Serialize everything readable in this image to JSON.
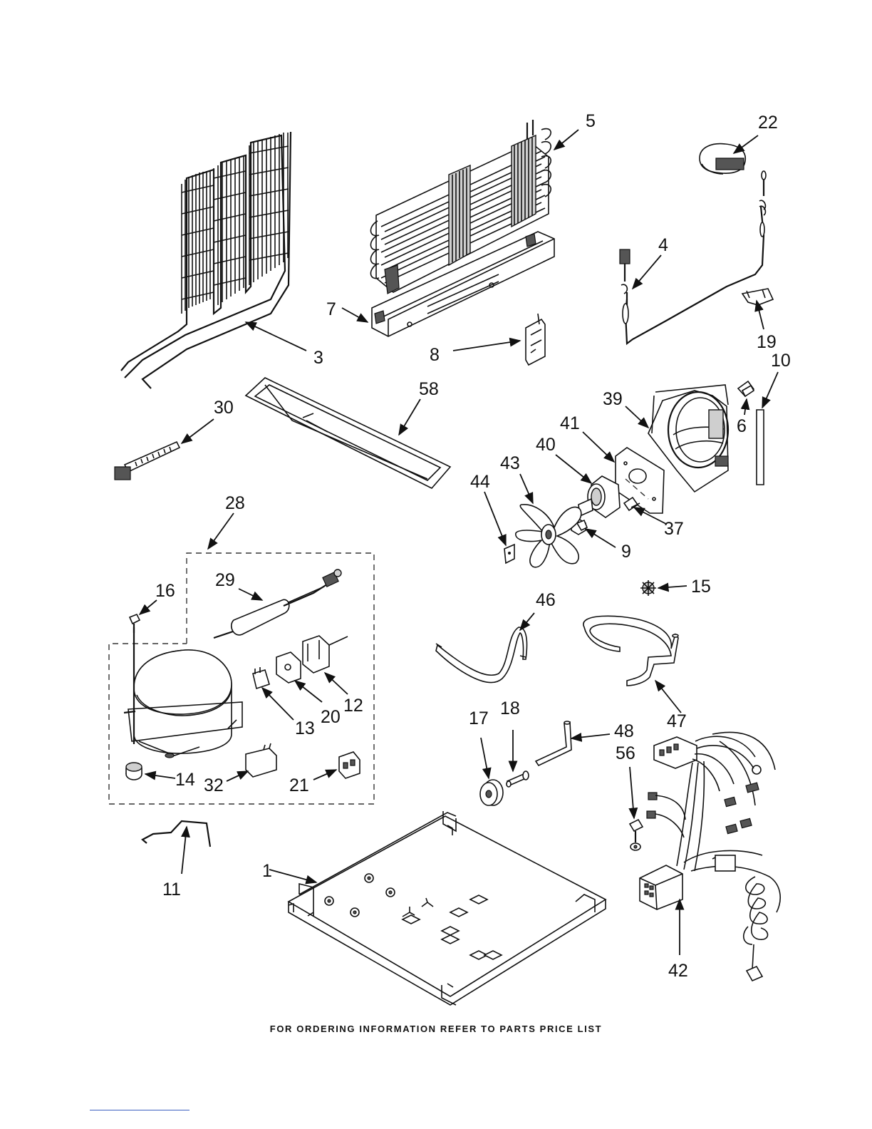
{
  "footer_note": "FOR ORDERING INFORMATION REFER TO PARTS PRICE LIST",
  "labels": {
    "p1": "1",
    "p3": "3",
    "p4": "4",
    "p5": "5",
    "p6": "6",
    "p7": "7",
    "p8": "8",
    "p9": "9",
    "p10": "10",
    "p11": "11",
    "p12": "12",
    "p13": "13",
    "p14": "14",
    "p15": "15",
    "p16": "16",
    "p17": "17",
    "p18": "18",
    "p19": "19",
    "p20": "20",
    "p21": "21",
    "p22": "22",
    "p28": "28",
    "p29": "29",
    "p30": "30",
    "p32": "32",
    "p37": "37",
    "p39": "39",
    "p40": "40",
    "p41": "41",
    "p42": "42",
    "p43": "43",
    "p44": "44",
    "p46": "46",
    "p47": "47",
    "p48": "48",
    "p56": "56",
    "p58": "58"
  }
}
